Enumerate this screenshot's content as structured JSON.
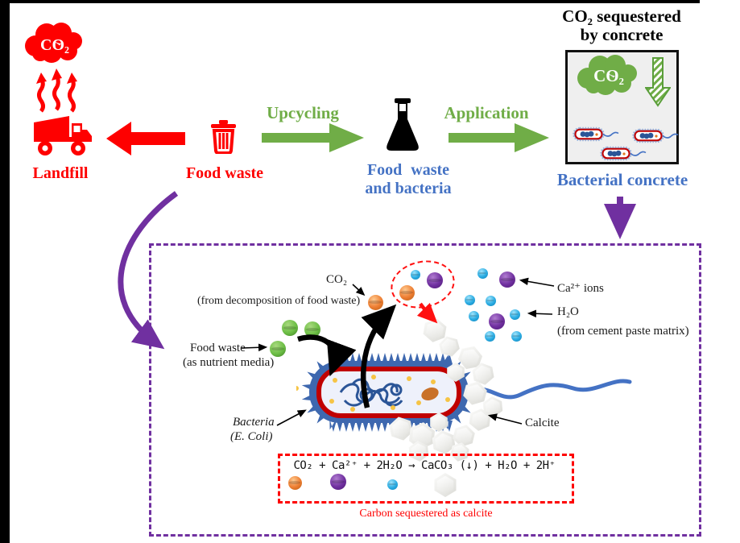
{
  "colors": {
    "red": "#FE0000",
    "green": "#70AD47",
    "blue": "#4472C4",
    "purple": "#7030A0",
    "orange": "#ED7D31",
    "cyan": "#29ABE2",
    "dark_red": "#C00000",
    "black": "#000000"
  },
  "top": {
    "co2_cloud": "CO₂",
    "landfill": "Landfill",
    "food_waste": "Food waste",
    "upcycling": "Upcycling",
    "application": "Application",
    "flask_label_1": "Food waste",
    "flask_label_2": "and bacteria",
    "concrete_title_1": "CO₂ sequestered",
    "concrete_title_2": "by concrete",
    "concrete_cloud": "CO₂",
    "bacterial_concrete": "Bacterial concrete"
  },
  "process": {
    "co2_label": "CO₂",
    "co2_source": "(from decomposition of food waste)",
    "ca_ions": "Ca²⁺ ions",
    "h2o": "H₂O",
    "cement_source": "(from cement paste matrix)",
    "food_waste_label": "Food waste",
    "nutrient_media": "(as nutrient media)",
    "bacteria_line1": "Bacteria",
    "bacteria_line2": "(E. Coli)",
    "calcite": "Calcite",
    "equation": "CO₂ + Ca²⁺ + 2H₂O → CaCO₃ (↓) + H₂O + 2H⁺",
    "caption": "Carbon sequestered as calcite"
  }
}
